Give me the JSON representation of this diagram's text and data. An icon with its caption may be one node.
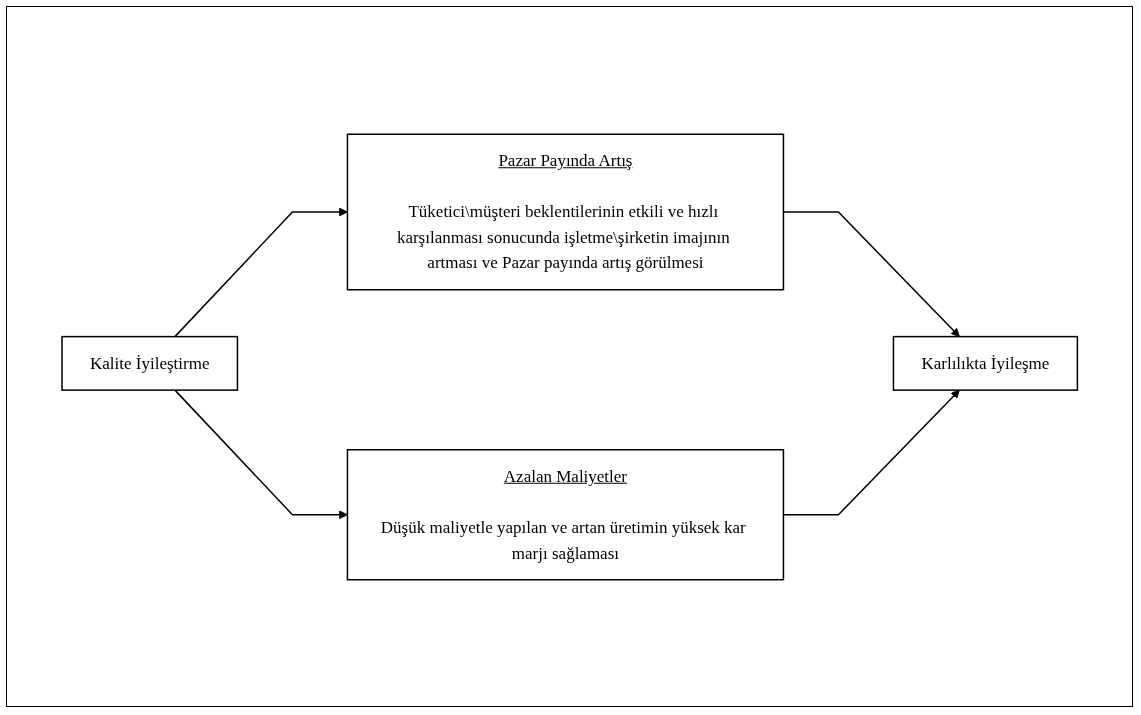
{
  "diagram": {
    "nodes": [
      {
        "text": [
          "Kalite İyileştirme"
        ]
      },
      {
        "text": [
          "Pazar Payında Artış",
          "Tüketici\\müşteri beklentilerinin etkili ve hızlı karşılanması sonucunda işletme\\şirketin imajının artması ve Pazar payında artış görülmesi"
        ]
      },
      {
        "text": [
          "Azalan Maliyetler",
          "Düşük maliyetle yapılan ve artan üretimin yüksek kar marjı sağlaması"
        ]
      },
      {
        "text": [
          "Karlılıkta İyileşme"
        ]
      }
    ],
    "edges": [
      {
        "from": 0,
        "to": 1,
        "arrow": "to"
      },
      {
        "from": 0,
        "to": 2,
        "arrow": "to"
      },
      {
        "from": 1,
        "to": 3,
        "arrow": "to"
      },
      {
        "from": 2,
        "to": 3,
        "arrow": "to"
      }
    ]
  }
}
